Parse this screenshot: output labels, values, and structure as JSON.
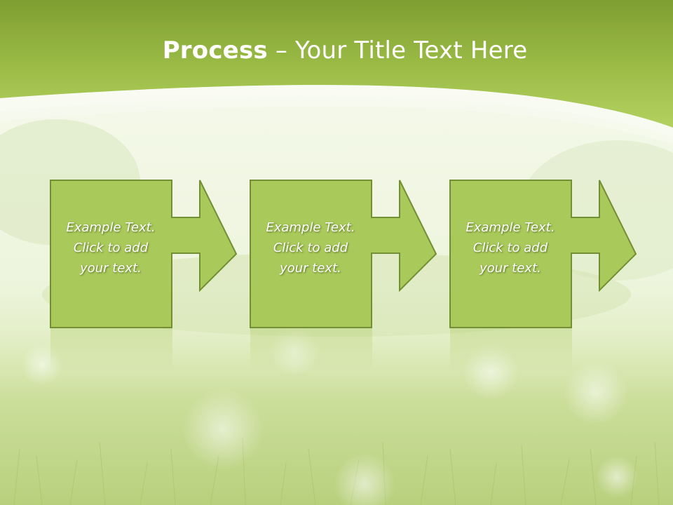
{
  "slide": {
    "title_bold": "Process",
    "title_rest": " – Your Title Text Here",
    "steps": [
      {
        "line1": "Example Text.",
        "line2": "Click  to add",
        "line3": "your text."
      },
      {
        "line1": "Example Text.",
        "line2": "Click  to add",
        "line3": "your text."
      },
      {
        "line1": "Example Text.",
        "line2": "Click  to add",
        "line3": "your text."
      }
    ]
  },
  "colors": {
    "header_green": "#a3c24e",
    "box_fill": "#a9c95b",
    "box_border": "#738f33",
    "text": "#ffffff"
  }
}
